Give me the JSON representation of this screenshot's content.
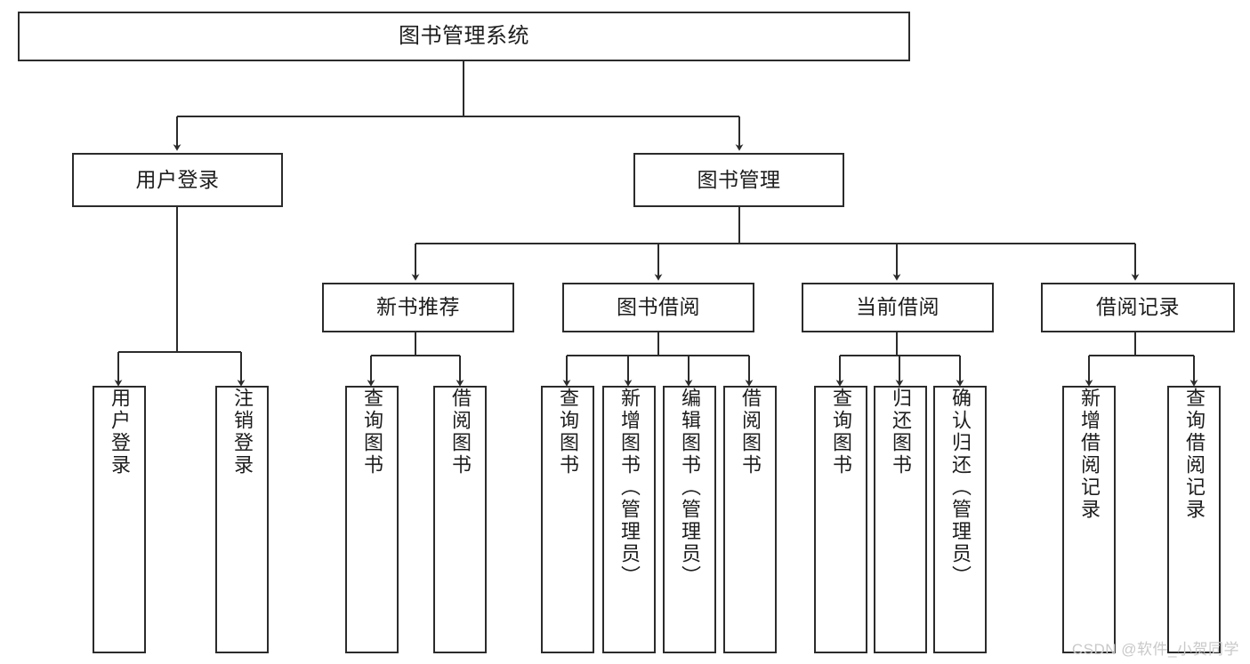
{
  "diagram": {
    "title": "图书管理系统",
    "type": "tree-hierarchy-chart",
    "colors": {
      "box_border": "#2b2b2b",
      "box_fill": "#ffffff",
      "connector": "#2b2b2b",
      "text": "#1d1d1d",
      "watermark": "#c9c9c9",
      "background": "#ffffff"
    },
    "root": {
      "label": "图书管理系统"
    },
    "level2": [
      {
        "id": "user-login",
        "label": "用户登录"
      },
      {
        "id": "book-management",
        "label": "图书管理"
      }
    ],
    "level3": [
      {
        "id": "new-book-recommend",
        "label": "新书推荐"
      },
      {
        "id": "book-borrow",
        "label": "图书借阅"
      },
      {
        "id": "current-borrow",
        "label": "当前借阅"
      },
      {
        "id": "borrow-record",
        "label": "借阅记录"
      }
    ],
    "leaves": {
      "user_login": [
        {
          "id": "leaf-user-login",
          "label": "用户登录"
        },
        {
          "id": "leaf-user-logout",
          "label": "注销登录"
        }
      ],
      "new_book_recommend": [
        {
          "id": "leaf-query-book-1",
          "label": "查询图书"
        },
        {
          "id": "leaf-borrow-book-1",
          "label": "借阅图书"
        }
      ],
      "book_borrow": [
        {
          "id": "leaf-query-book-2",
          "label": "查询图书"
        },
        {
          "id": "leaf-add-book",
          "label": "新增图书（管理员）"
        },
        {
          "id": "leaf-edit-book",
          "label": "编辑图书（管理员）"
        },
        {
          "id": "leaf-borrow-book-2",
          "label": "借阅图书"
        }
      ],
      "current_borrow": [
        {
          "id": "leaf-query-book-3",
          "label": "查询图书"
        },
        {
          "id": "leaf-return-book",
          "label": "归还图书"
        },
        {
          "id": "leaf-confirm-return",
          "label": "确认归还（管理员）"
        }
      ],
      "borrow_record": [
        {
          "id": "leaf-add-record",
          "label": "新增借阅记录"
        },
        {
          "id": "leaf-query-record",
          "label": "查询借阅记录"
        }
      ]
    },
    "watermark": "CSDN @软件_小贺同学"
  }
}
